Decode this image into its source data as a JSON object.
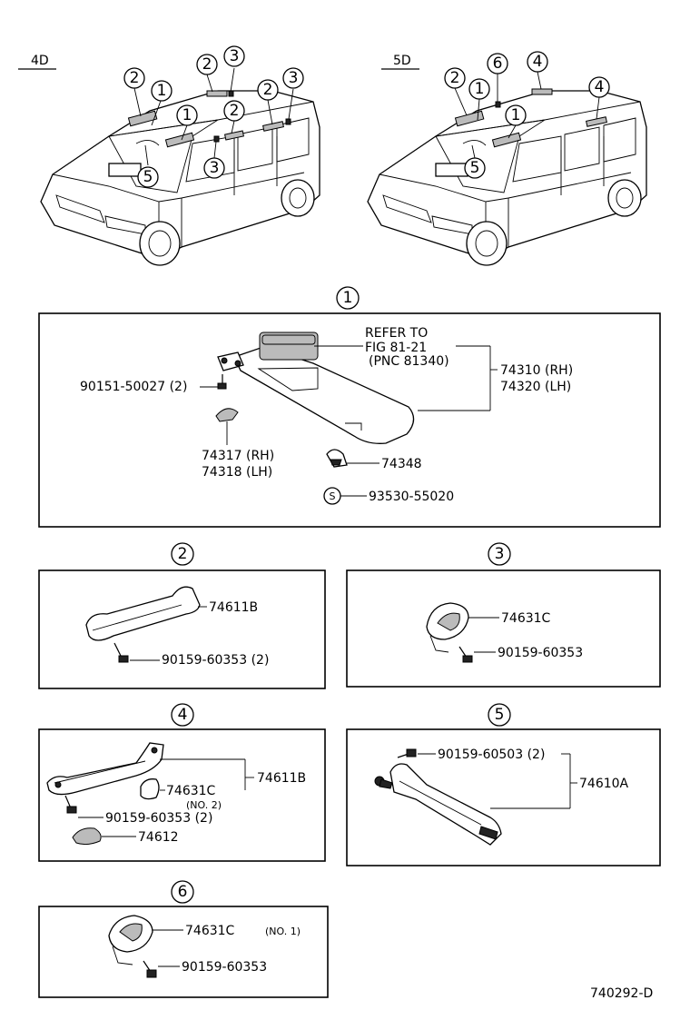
{
  "variants": [
    "4D",
    "5D"
  ],
  "callouts_4d": [
    "2",
    "1",
    "1",
    "2",
    "3",
    "2",
    "3",
    "2",
    "3",
    "5"
  ],
  "callouts_5d": [
    "2",
    "1",
    "1",
    "6",
    "4",
    "4",
    "5"
  ],
  "sections": {
    "s1": {
      "number": "1",
      "refer_line1": "REFER TO",
      "refer_line2": "FIG 81-21",
      "refer_line3": "(PNC 81340)",
      "visor_rh": "74310 (RH)",
      "visor_lh": "74320 (LH)",
      "screw": "90151-50027 (2)",
      "bracket_rh": "74317 (RH)",
      "bracket_lh": "74318 (LH)",
      "holder": "74348",
      "s_mark": "S",
      "holder_screw": "93530-55020"
    },
    "s2": {
      "number": "2",
      "grip": "74611B",
      "screw": "90159-60353 (2)"
    },
    "s3": {
      "number": "3",
      "hook": "74631C",
      "screw": "90159-60353"
    },
    "s4": {
      "number": "4",
      "grip": "74611B",
      "hook": "74631C",
      "hook_note": "(NO. 2)",
      "screw": "90159-60353 (2)",
      "cover": "74612"
    },
    "s5": {
      "number": "5",
      "screw": "90159-60503 (2)",
      "grip": "74610A"
    },
    "s6": {
      "number": "6",
      "hook": "74631C",
      "hook_note": "(NO. 1)",
      "screw": "90159-60353"
    }
  },
  "figure_code": "740292-D"
}
